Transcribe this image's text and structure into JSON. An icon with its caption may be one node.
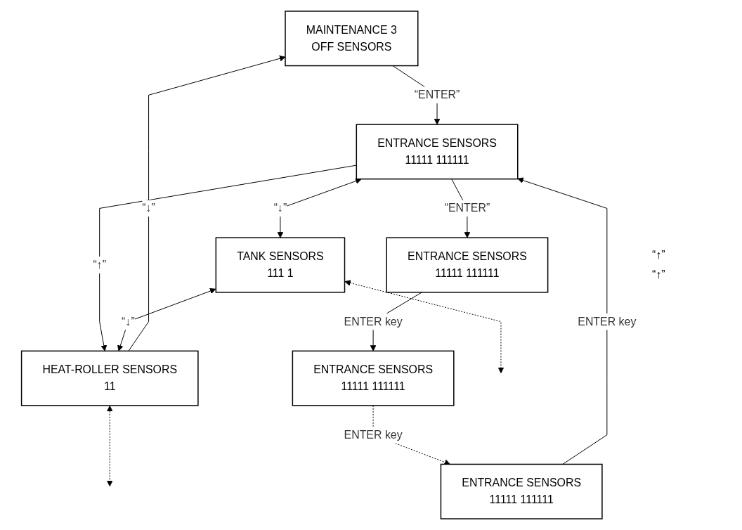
{
  "diagram": {
    "nodes": [
      {
        "text": [
          "MAINTENANCE 3",
          "OFF SENSORS"
        ]
      },
      {
        "text": [
          "ENTRANCE SENSORS",
          "11111 111111"
        ]
      },
      {
        "text": [
          "TANK SENSORS",
          "111 1"
        ]
      },
      {
        "text": [
          "HEAT-ROLLER SENSORS",
          "11"
        ]
      },
      {
        "text": [
          "ENTRANCE SENSORS",
          "11111 111111"
        ]
      },
      {
        "text": [
          "ENTRANCE SENSORS",
          "11111 111111"
        ]
      },
      {
        "text": [
          "ENTRANCE SENSORS",
          "11111 111111"
        ]
      }
    ],
    "edges": [
      {
        "from": 0,
        "to": 1,
        "arrow": "to",
        "label": "“ENTER”"
      },
      {
        "from": 1,
        "to": 3,
        "arrow": "to",
        "label": "“↑”"
      },
      {
        "from": 1,
        "to": 4,
        "arrow": "to",
        "label": "“ENTER”"
      },
      {
        "from": 1,
        "to": 2,
        "arrow": "both",
        "label": "“↓”"
      },
      {
        "from": 2,
        "to": 3,
        "arrow": "both",
        "label": "“↓”"
      },
      {
        "from": 3,
        "to": 0,
        "arrow": "to",
        "label": "“↓”"
      },
      {
        "from": 2,
        "to": null,
        "arrow": "both",
        "style": "dashed"
      },
      {
        "from": 3,
        "to": null,
        "arrow": "both",
        "style": "dashed"
      },
      {
        "from": 4,
        "to": 5,
        "arrow": "to",
        "label": "ENTER key"
      },
      {
        "from": 5,
        "to": 6,
        "arrow": "to",
        "label": "ENTER key",
        "style": "dashed"
      },
      {
        "from": 6,
        "to": 1,
        "arrow": "to",
        "label": "ENTER key"
      }
    ],
    "labels": [
      "“↑”",
      "“↑”"
    ]
  }
}
